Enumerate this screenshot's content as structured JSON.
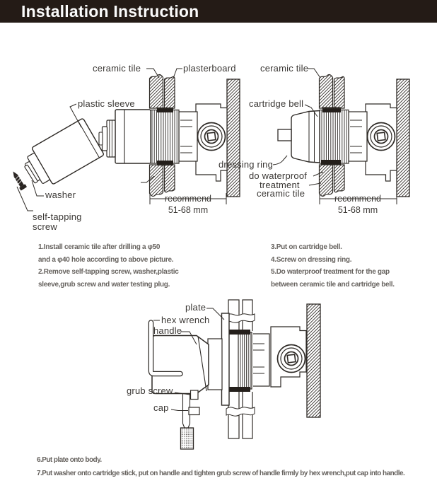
{
  "header": {
    "title": "Installation Instruction"
  },
  "colors": {
    "header_bg": "#241b16",
    "line_art": "#2e2a26",
    "label_text": "#3b3835",
    "step_text": "#67635f"
  },
  "fig1": {
    "labels": {
      "ceramic_tile": "ceramic tile",
      "plasterboard": "plasterboard",
      "plastic_sleeve": "plastic sleeve",
      "washer": "washer",
      "self_tapping_screw": "self-tapping\nscrew"
    },
    "dimension": {
      "recommend": "recommend",
      "range": "51-68 mm"
    }
  },
  "fig2": {
    "labels": {
      "ceramic_tile_top": "ceramic tile",
      "cartridge_bell": "cartridge bell",
      "dressing_ring": "dressing ring",
      "waterproof_line1": "do waterproof",
      "waterproof_line2": "treatment",
      "ceramic_tile_bottom": "ceramic tile"
    },
    "dimension": {
      "recommend": "recommend",
      "range": "51-68 mm"
    }
  },
  "fig3": {
    "labels": {
      "plate": "plate",
      "hex_wrench": "hex wrench",
      "handle": "handle",
      "grub_screw": "grub screw",
      "cap": "cap"
    }
  },
  "steps": {
    "left": [
      "1.Install ceramic tile after drilling a φ50",
      "and a φ40 hole according to above picture.",
      "2.Remove self-tapping screw, washer,plastic",
      "sleeve,grub screw and water testing plug."
    ],
    "right": [
      "3.Put on cartridge bell.",
      "4.Screw on dressing ring.",
      "5.Do waterproof treatment for the gap",
      "between ceramic tile and cartridge bell."
    ],
    "bottom": [
      "6.Put plate onto body.",
      "7.Put washer onto cartridge stick, put on handle and tighten grub screw of handle firmly by hex wrench,put cap into handle."
    ]
  }
}
